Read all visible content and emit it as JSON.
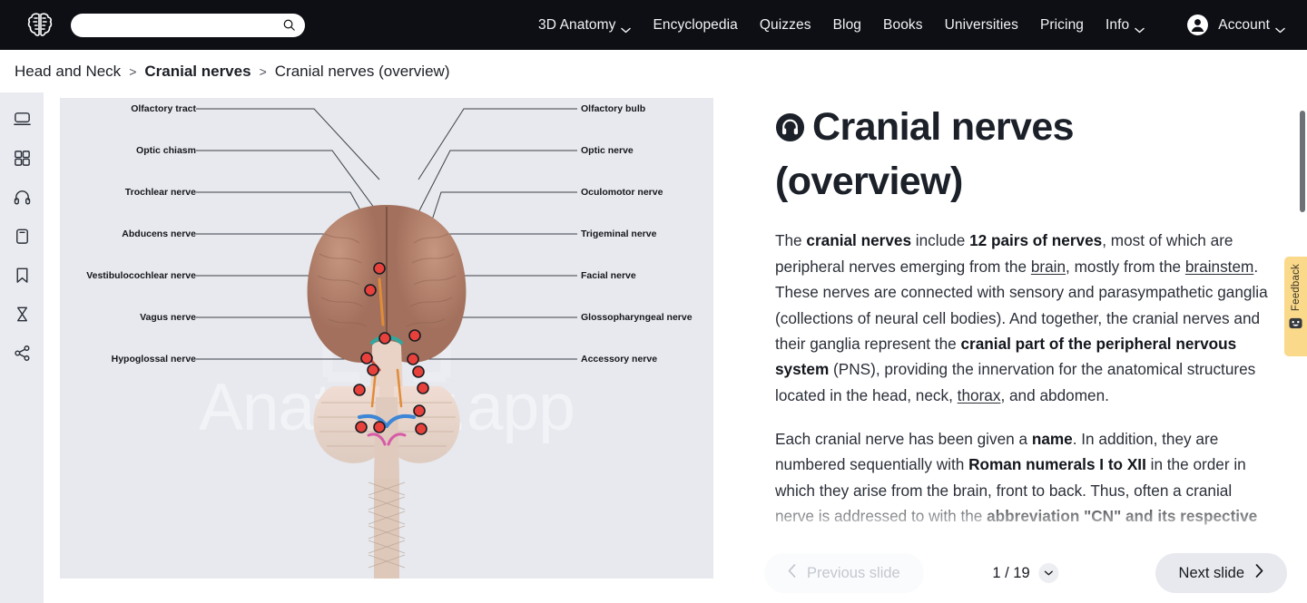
{
  "topbar": {
    "logo_name": "brain-logo",
    "search": {
      "value": "",
      "placeholder": ""
    },
    "nav": [
      {
        "label": "3D Anatomy",
        "caret": true
      },
      {
        "label": "Encyclopedia",
        "caret": false
      },
      {
        "label": "Quizzes",
        "caret": false
      },
      {
        "label": "Blog",
        "caret": false
      },
      {
        "label": "Books",
        "caret": false
      },
      {
        "label": "Universities",
        "caret": false
      },
      {
        "label": "Pricing",
        "caret": false
      },
      {
        "label": "Info",
        "caret": true
      }
    ],
    "account_label": "Account",
    "bg_color": "#0d0f14"
  },
  "breadcrumb": {
    "items": [
      {
        "label": "Head and Neck",
        "bold": false
      },
      {
        "label": "Cranial nerves",
        "bold": true
      },
      {
        "label": "Cranial nerves (overview)",
        "bold": false
      }
    ],
    "separator": ">"
  },
  "rail": {
    "items": [
      {
        "name": "slideshow-icon",
        "label": "Slides"
      },
      {
        "name": "grid-icon",
        "label": "Grid view"
      },
      {
        "name": "headphones-icon",
        "label": "Audio"
      },
      {
        "name": "clipboard-icon",
        "label": "Notes"
      },
      {
        "name": "bookmark-icon",
        "label": "Bookmark"
      },
      {
        "name": "hourglass-icon",
        "label": "History"
      },
      {
        "name": "share-icon",
        "label": "Share"
      }
    ]
  },
  "illustration": {
    "watermark": "Anatomy.app",
    "background_color": "#e7e9ee",
    "labels_left": [
      "Olfactory tract",
      "Optic chiasm",
      "Trochlear nerve",
      "Abducens nerve",
      "Vestibulocochlear nerve",
      "Vagus nerve",
      "Hypoglossal nerve"
    ],
    "labels_right": [
      "Olfactory bulb",
      "Optic nerve",
      "Oculomotor nerve",
      "Trigeminal nerve",
      "Facial nerve",
      "Glossopharyngeal nerve",
      "Accessory nerve"
    ]
  },
  "article": {
    "listen_icon": "headphones-circle-icon",
    "title": "Cranial nerves (overview)",
    "paragraphs": [
      {
        "runs": [
          {
            "t": "The ",
            "s": "n"
          },
          {
            "t": "cranial nerves",
            "s": "b"
          },
          {
            "t": " include ",
            "s": "n"
          },
          {
            "t": "12 pairs of nerves",
            "s": "b"
          },
          {
            "t": ", most of which are peripheral nerves emerging from the ",
            "s": "n"
          },
          {
            "t": "brain",
            "s": "a"
          },
          {
            "t": ", mostly from the ",
            "s": "n"
          },
          {
            "t": "brainstem",
            "s": "a"
          },
          {
            "t": ". These nerves are connected with sensory and parasympathetic ganglia (collections of neural cell bodies). And together, the cranial nerves and their ganglia represent the ",
            "s": "n"
          },
          {
            "t": "cranial part of the peripheral nervous system",
            "s": "b"
          },
          {
            "t": " (PNS), providing the innervation for the anatomical structures located in the head, neck, ",
            "s": "n"
          },
          {
            "t": "thorax",
            "s": "a"
          },
          {
            "t": ", and abdomen.",
            "s": "n"
          }
        ]
      },
      {
        "runs": [
          {
            "t": "Each cranial nerve has been given a ",
            "s": "n"
          },
          {
            "t": "name",
            "s": "b"
          },
          {
            "t": ". In addition, they are numbered sequentially with ",
            "s": "n"
          },
          {
            "t": "Roman numerals I to XII",
            "s": "b"
          },
          {
            "t": " in the order in which they arise from the brain, front to back. Thus, often a cranial nerve is addressed to with the ",
            "s": "n"
          },
          {
            "t": "abbreviation \"CN\" and its respective",
            "s": "b"
          }
        ]
      }
    ]
  },
  "slide_nav": {
    "previous_label": "Previous slide",
    "next_label": "Next slide",
    "counter": "1 / 19",
    "current": 1,
    "total": 19
  },
  "feedback": {
    "label": "Feedback",
    "color": "#fad98a"
  }
}
